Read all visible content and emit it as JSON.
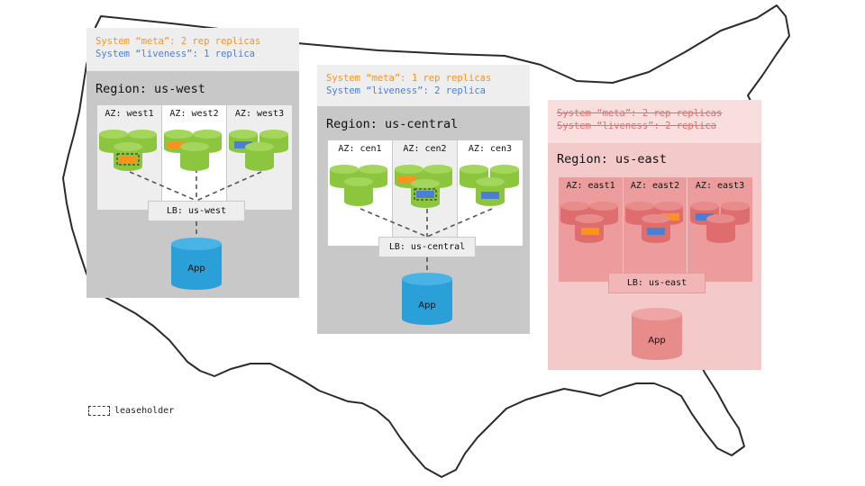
{
  "colors": {
    "meta": "#f7931e",
    "liveness": "#4a7fd6",
    "az_green": "#8cc63f",
    "app_blue": "#2a9fd8",
    "east_red": "#e06d6d",
    "east_bg": "#f4c9c9"
  },
  "regions": [
    {
      "id": "us-west",
      "meta_text": "System “meta”: 2 rep replicas",
      "liveness_text": "System “liveness”: 1 replica",
      "title": "Region: us-west",
      "azs": [
        "AZ: west1",
        "AZ: west2",
        "AZ: west3"
      ],
      "lb": "LB: us-west",
      "app": "App",
      "disabled": false
    },
    {
      "id": "us-central",
      "meta_text": "System “meta”: 1 rep replicas",
      "liveness_text": "System “liveness”: 2 replica",
      "title": "Region: us-central",
      "azs": [
        "AZ: cen1",
        "AZ: cen2",
        "AZ: cen3"
      ],
      "lb": "LB: us-central",
      "app": "App",
      "disabled": false
    },
    {
      "id": "us-east",
      "meta_text": "System “meta”: 2 rep replicas",
      "liveness_text": "System “liveness”: 2 replica",
      "title": "Region: us-east",
      "azs": [
        "AZ: east1",
        "AZ: east2",
        "AZ: east3"
      ],
      "lb": "LB: us-east",
      "app": "App",
      "disabled": true
    }
  ],
  "legend": {
    "label": "leaseholder"
  }
}
